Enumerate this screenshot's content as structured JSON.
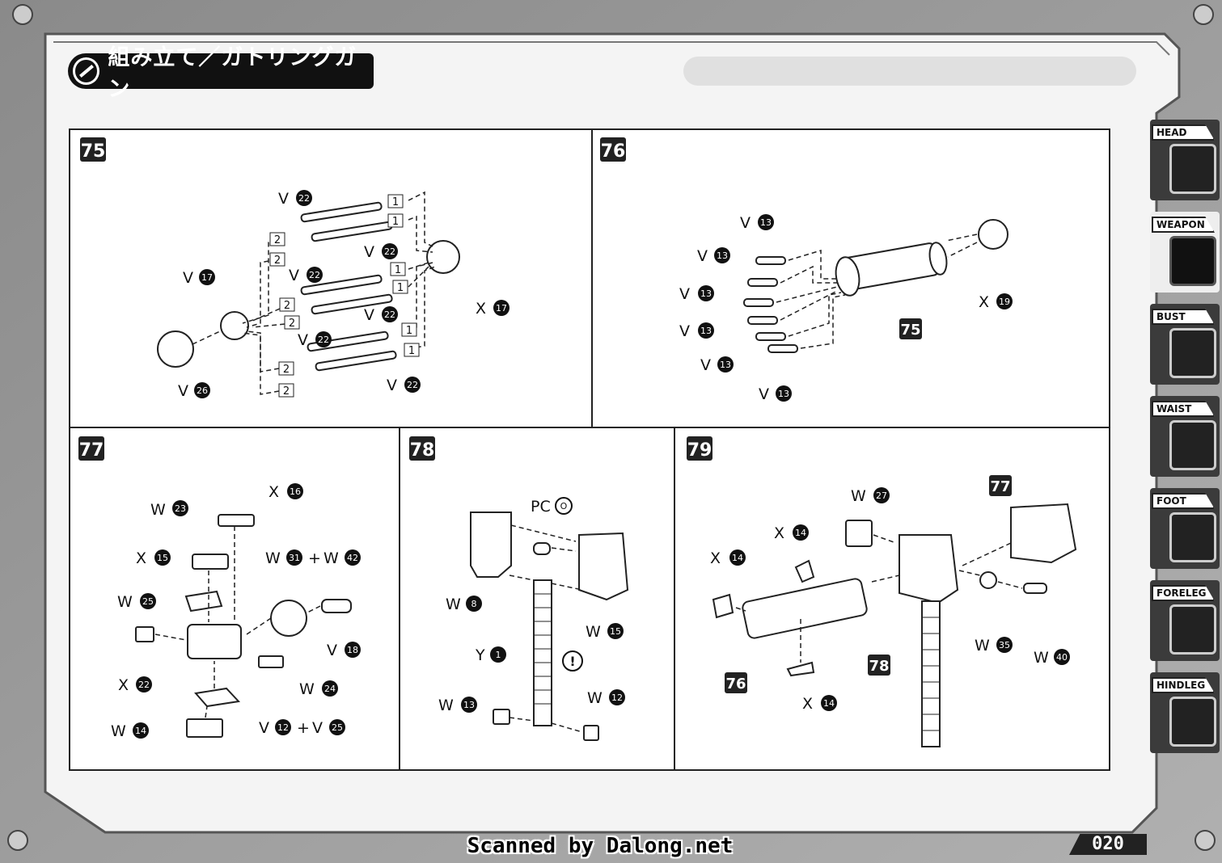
{
  "header": {
    "title": "組み立て／ガトリングガン"
  },
  "sidebar": {
    "tabs": [
      {
        "label": "HEAD",
        "active": false,
        "icon": "head-icon"
      },
      {
        "label": "WEAPON",
        "active": true,
        "icon": "weapon-icon"
      },
      {
        "label": "BUST",
        "active": false,
        "icon": "bust-icon"
      },
      {
        "label": "WAIST",
        "active": false,
        "icon": "waist-icon"
      },
      {
        "label": "FOOT",
        "active": false,
        "icon": "foot-icon"
      },
      {
        "label": "FORELEG",
        "active": false,
        "icon": "foreleg-icon"
      },
      {
        "label": "HINDLEG",
        "active": false,
        "icon": "hindleg-icon"
      }
    ]
  },
  "steps": {
    "s75": {
      "number": "75",
      "parts": [
        {
          "letter": "V",
          "num": "22"
        },
        {
          "letter": "V",
          "num": "22"
        },
        {
          "letter": "V",
          "num": "22"
        },
        {
          "letter": "V",
          "num": "22"
        },
        {
          "letter": "V",
          "num": "22"
        },
        {
          "letter": "V",
          "num": "22"
        },
        {
          "letter": "V",
          "num": "17"
        },
        {
          "letter": "V",
          "num": "26"
        },
        {
          "letter": "X",
          "num": "17"
        }
      ],
      "slots": [
        "1",
        "1",
        "1",
        "1",
        "1",
        "1",
        "2",
        "2",
        "2",
        "2",
        "2",
        "2"
      ]
    },
    "s76": {
      "number": "76",
      "parts": [
        {
          "letter": "V",
          "num": "13"
        },
        {
          "letter": "V",
          "num": "13"
        },
        {
          "letter": "V",
          "num": "13"
        },
        {
          "letter": "V",
          "num": "13"
        },
        {
          "letter": "V",
          "num": "13"
        },
        {
          "letter": "V",
          "num": "13"
        },
        {
          "letter": "X",
          "num": "19"
        }
      ],
      "ref": "75"
    },
    "s77": {
      "number": "77",
      "parts": [
        {
          "letter": "W",
          "num": "23"
        },
        {
          "letter": "X",
          "num": "16"
        },
        {
          "letter": "X",
          "num": "15"
        },
        {
          "letter": "W",
          "num": "25"
        },
        {
          "letter": "X",
          "num": "22"
        },
        {
          "letter": "W",
          "num": "14"
        },
        {
          "letter": "V",
          "num": "18"
        },
        {
          "letter": "W",
          "num": "24"
        }
      ],
      "combo1": {
        "a_letter": "W",
        "a_num": "31",
        "plus": "+",
        "b_letter": "W",
        "b_num": "42"
      },
      "combo2": {
        "a_letter": "V",
        "a_num": "12",
        "plus": "+",
        "b_letter": "V",
        "b_num": "25"
      }
    },
    "s78": {
      "number": "78",
      "parts": [
        {
          "letter": "PC",
          "num": "O"
        },
        {
          "letter": "W",
          "num": "8"
        },
        {
          "letter": "W",
          "num": "15"
        },
        {
          "letter": "Y",
          "num": "1"
        },
        {
          "letter": "W",
          "num": "13"
        },
        {
          "letter": "W",
          "num": "12"
        }
      ],
      "caution": "!"
    },
    "s79": {
      "number": "79",
      "parts": [
        {
          "letter": "W",
          "num": "27"
        },
        {
          "letter": "X",
          "num": "14"
        },
        {
          "letter": "X",
          "num": "14"
        },
        {
          "letter": "X",
          "num": "14"
        },
        {
          "letter": "W",
          "num": "35"
        },
        {
          "letter": "W",
          "num": "40"
        }
      ],
      "refs": [
        "77",
        "76",
        "78"
      ]
    }
  },
  "footer": {
    "credit": "Scanned by Dalong.net",
    "page": "020"
  }
}
